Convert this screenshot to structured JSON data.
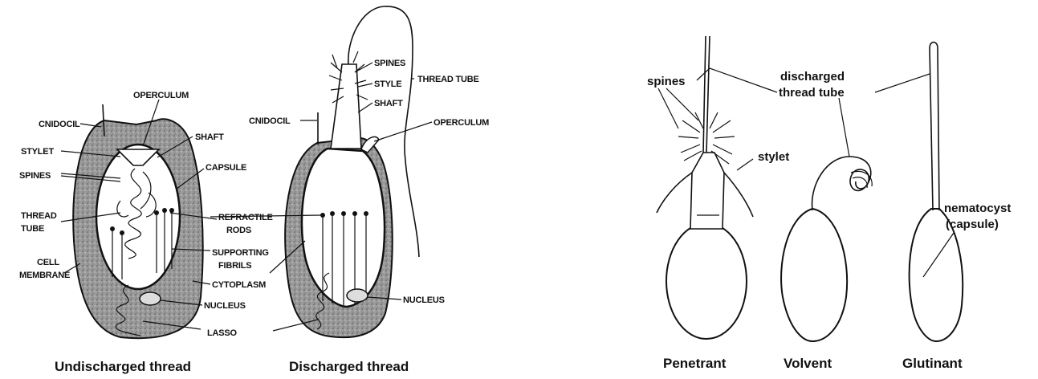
{
  "left_panel": {
    "undischarged": {
      "caption": "Undischarged thread",
      "labels": {
        "cnidocil": "CNIDOCIL",
        "operculum": "OPERCULUM",
        "shaft": "SHAFT",
        "stylet": "STYLET",
        "spines": "SPINES",
        "capsule": "CAPSULE",
        "thread_tube_1": "THREAD",
        "thread_tube_2": "TUBE",
        "refractile_rods_1": "REFRACTILE",
        "refractile_rods_2": "RODS",
        "supporting_fibrils_1": "SUPPORTING",
        "supporting_fibrils_2": "FIBRILS",
        "cell_membrane_1": "CELL",
        "cell_membrane_2": "MEMBRANE",
        "cytoplasm": "CYTOPLASM",
        "nucleus": "NUCLEUS",
        "lasso": "LASSO"
      }
    },
    "discharged": {
      "caption": "Discharged thread",
      "labels": {
        "spines": "SPINES",
        "style": "STYLE",
        "thread_tube": "THREAD TUBE",
        "shaft": "SHAFT",
        "cnidocil": "CNIDOCIL",
        "operculum": "OPERCULUM",
        "nucleus": "NUCLEUS"
      }
    }
  },
  "right_panel": {
    "labels": {
      "spines": "spines",
      "discharged_1": "discharged",
      "discharged_2": "thread tube",
      "stylet": "stylet",
      "nematocyst_1": "nematocyst",
      "nematocyst_2": "(capsule)"
    },
    "captions": {
      "penetrant": "Penetrant",
      "volvent": "Volvent",
      "glutinant": "Glutinant"
    }
  }
}
